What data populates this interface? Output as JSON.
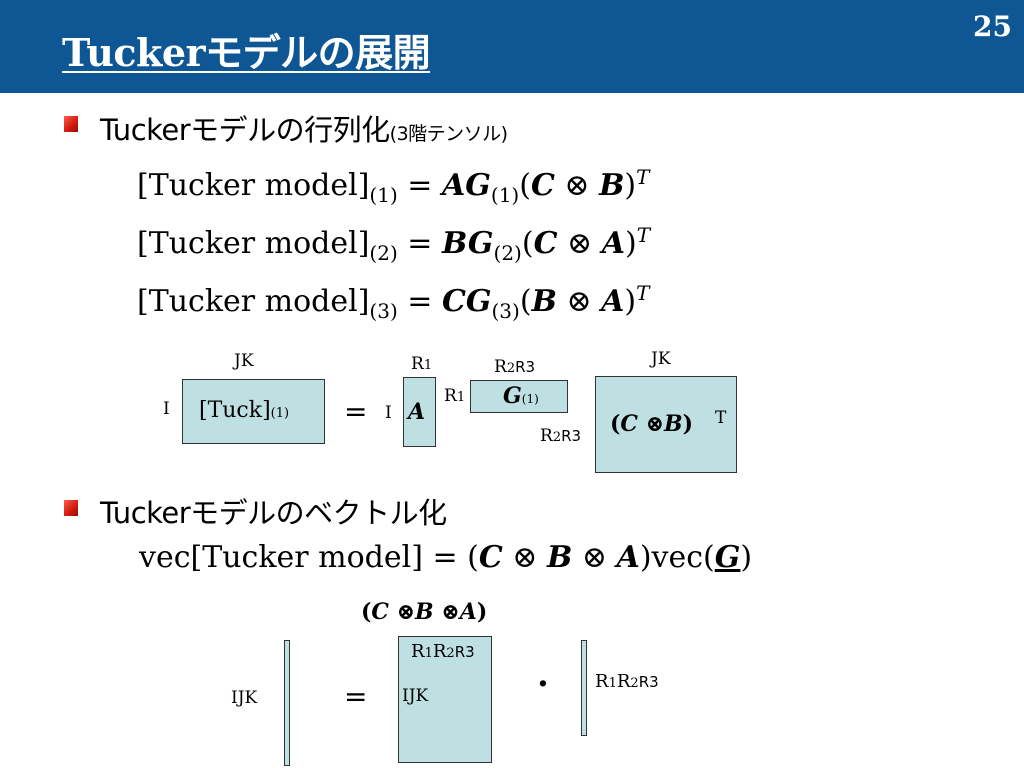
{
  "header": {
    "title": "Tuckerモデルの展開",
    "page_number": "25",
    "background": "#0e5694"
  },
  "sections": {
    "matricization": {
      "heading": "Tuckerモデルの行列化",
      "heading_small": "(3階テンソル)",
      "equations": [
        {
          "lhs": "[Tucker model]",
          "mode": "(1)",
          "first": "A",
          "core": "G",
          "k1": "C",
          "k2": "B",
          "T": "T"
        },
        {
          "lhs": "[Tucker model]",
          "mode": "(2)",
          "first": "B",
          "core": "G",
          "k1": "C",
          "k2": "A",
          "T": "T"
        },
        {
          "lhs": "[Tucker model]",
          "mode": "(3)",
          "first": "C",
          "core": "G",
          "k1": "B",
          "k2": "A",
          "T": "T"
        }
      ],
      "diagram": {
        "jk_left": "JK",
        "i_left": "I",
        "tuck_label": "[Tuck]",
        "tuck_sub": "(1)",
        "equals": "=",
        "i_a": "I",
        "a_label": "A",
        "r1_top": "R",
        "r1_top_sub": "1",
        "r2r3_top_r": "R",
        "r2r3_top_2": "2",
        "r2r3_top_r3": "R3",
        "r1_side": "R",
        "r1_side_sub": "1",
        "g_label": "G",
        "g_sub": "(1)",
        "r2r3_bottom_r": "R",
        "r2r3_bottom_2": "2",
        "r2r3_bottom_r3": "R3",
        "jk_right": "JK",
        "kron_c": "C",
        "kron_b": "B",
        "t_label": "T"
      }
    },
    "vectorization": {
      "heading": "Tuckerモデルのベクトル化",
      "equation": {
        "lhs": "vec[Tucker model]",
        "k1": "C",
        "k2": "B",
        "k3": "A",
        "vec": "vec",
        "core": "G"
      },
      "diagram": {
        "kron_c": "C",
        "kron_b": "B",
        "kron_a": "A",
        "ijk_left": "IJK",
        "equals": "=",
        "r1r2r3_top": [
          "R",
          "1",
          "R",
          "2",
          "R3"
        ],
        "ijk_inner": "IJK",
        "dot": "·",
        "r1r2r3_right": [
          "R",
          "1",
          "R",
          "2",
          "R3"
        ]
      }
    }
  }
}
